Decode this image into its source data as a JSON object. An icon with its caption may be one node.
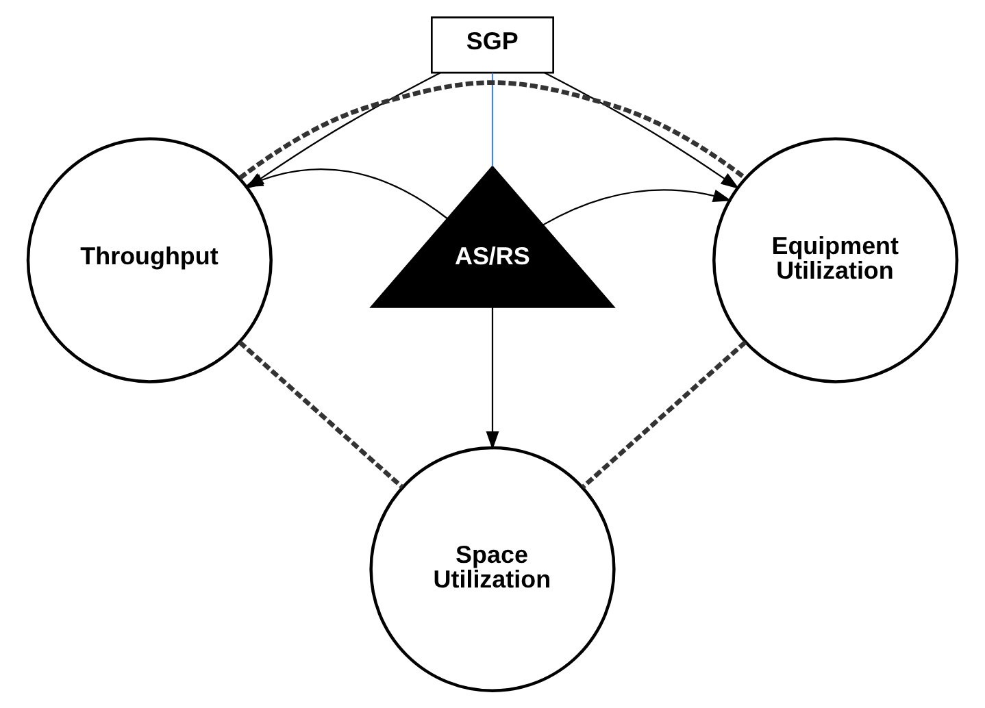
{
  "diagram": {
    "nodes": [
      {
        "text": [
          "SGP"
        ]
      },
      {
        "text": [
          "Throughput"
        ]
      },
      {
        "text": [
          "Equipment Utilization"
        ]
      },
      {
        "text": [
          "AS/RS"
        ]
      },
      {
        "text": [
          "Space Utilization"
        ]
      }
    ],
    "edges": [
      {
        "from": 0,
        "to": 1,
        "arrow": "to"
      },
      {
        "from": 0,
        "to": 2,
        "arrow": "to"
      },
      {
        "from": 0,
        "to": 3,
        "arrow": "none",
        "color": "#4a86c8"
      },
      {
        "from": 3,
        "to": 1,
        "arrow": "to"
      },
      {
        "from": 3,
        "to": 2,
        "arrow": "to"
      },
      {
        "from": 3,
        "to": 4,
        "arrow": "to"
      },
      {
        "from": 1,
        "to": 2,
        "arrow": "none",
        "style": "dashed"
      },
      {
        "from": 1,
        "to": 4,
        "arrow": "none",
        "style": "dashed"
      },
      {
        "from": 2,
        "to": 4,
        "arrow": "none",
        "style": "dashed"
      }
    ]
  }
}
